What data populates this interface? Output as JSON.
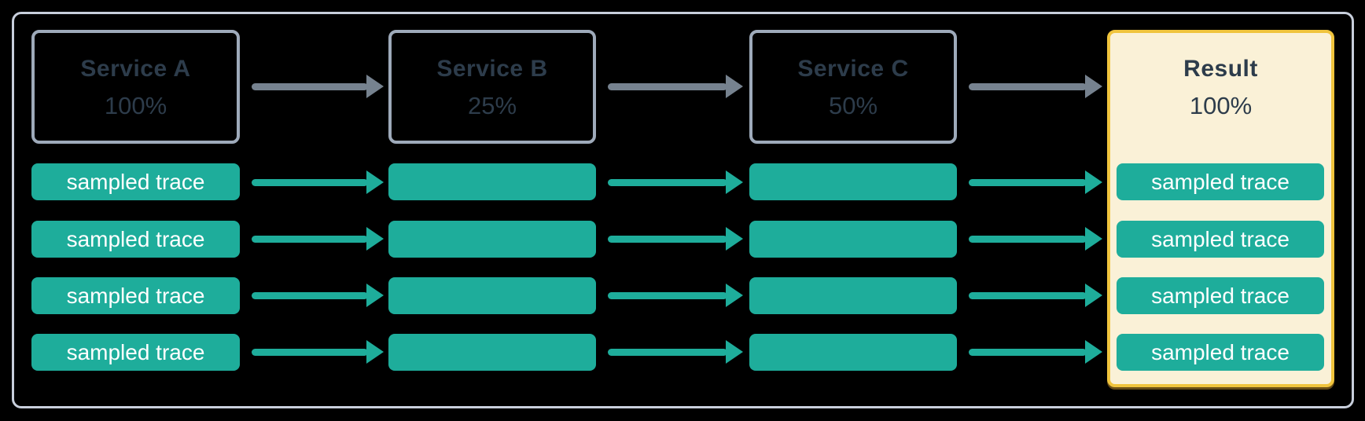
{
  "diagram": {
    "description": "Trace sampling flow across services",
    "columns": [
      {
        "title": "Service A",
        "percent": "100%"
      },
      {
        "title": "Service B",
        "percent": "25%"
      },
      {
        "title": "Service C",
        "percent": "50%"
      }
    ],
    "result": {
      "title": "Result",
      "percent": "100%"
    },
    "trace_label": "sampled trace",
    "trace_rows": 4,
    "colors": {
      "background": "#000000",
      "frame_border": "#C8CFDC",
      "service_box_border": "#9EAABA",
      "text_dark": "#2D3C4B",
      "teal": "#1EAD9B",
      "arrow_gray": "#76828F",
      "result_border": "#F0C43D",
      "result_background": "#FAF1D7",
      "trace_text": "#FFFFFF"
    }
  }
}
